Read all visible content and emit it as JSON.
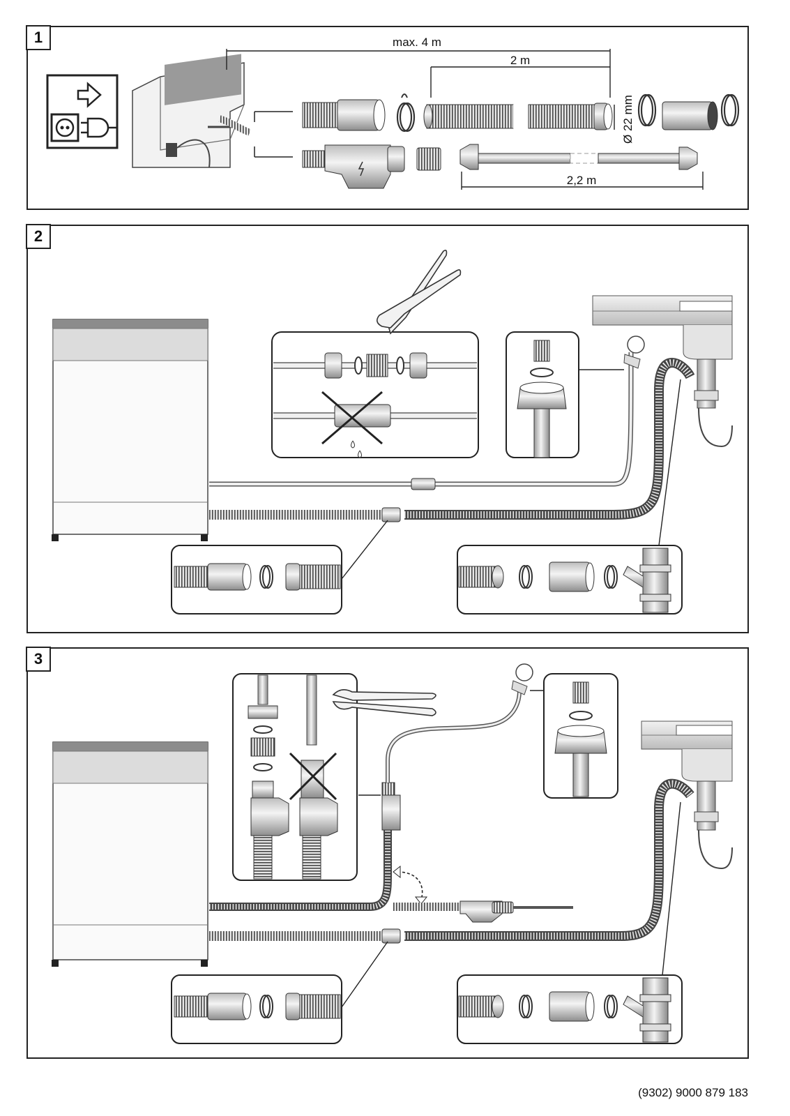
{
  "steps": [
    {
      "number": "1"
    },
    {
      "number": "2"
    },
    {
      "number": "3"
    }
  ],
  "panel1": {
    "length_max": "max. 4 m",
    "length_drain": "2 m",
    "diameter": "Ø 22 mm",
    "length_supply": "2,2 m"
  },
  "footer": {
    "code": "(9302) 9000 879 183"
  }
}
